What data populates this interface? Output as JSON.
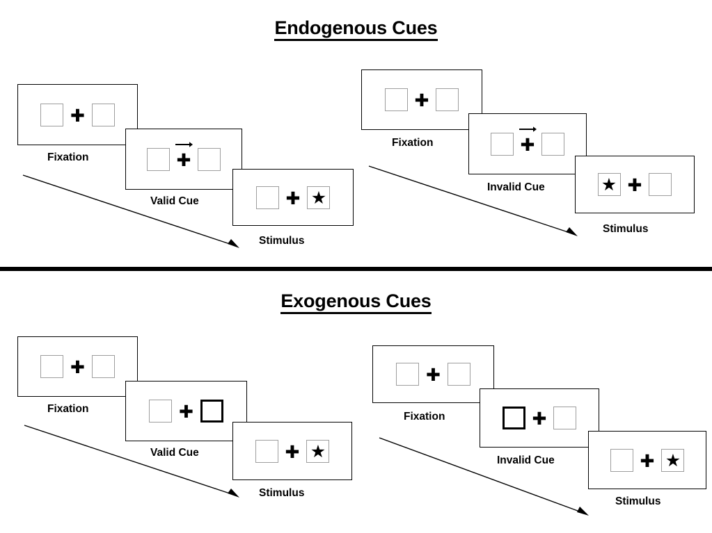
{
  "figure": {
    "title_top": "Endogenous Cues",
    "title_bottom": "Exogenous Cues",
    "glyphs": {
      "fixation_cross": "✚",
      "target_star": "★"
    },
    "colors": {
      "ink": "#000000",
      "box_outline": "#9d9d9d",
      "panel_outline": "#000000",
      "background": "#ffffff"
    }
  },
  "sections": [
    {
      "id": "endogenous",
      "title": "Endogenous Cues",
      "sequences": [
        {
          "id": "endogenous-valid",
          "frames": [
            {
              "caption": "Fixation",
              "left_box": "empty",
              "right_box": "empty",
              "cue": "none",
              "center": "fixation_cross"
            },
            {
              "caption": "Valid Cue",
              "left_box": "empty",
              "right_box": "empty",
              "cue": "arrow-right",
              "center": "fixation_cross"
            },
            {
              "caption": "Stimulus",
              "left_box": "empty",
              "right_box": "star",
              "cue": "none",
              "center": "fixation_cross"
            }
          ]
        },
        {
          "id": "endogenous-invalid",
          "frames": [
            {
              "caption": "Fixation",
              "left_box": "empty",
              "right_box": "empty",
              "cue": "none",
              "center": "fixation_cross"
            },
            {
              "caption": "Invalid Cue",
              "left_box": "empty",
              "right_box": "empty",
              "cue": "arrow-right",
              "center": "fixation_cross"
            },
            {
              "caption": "Stimulus",
              "left_box": "star",
              "right_box": "empty",
              "cue": "none",
              "center": "fixation_cross"
            }
          ]
        }
      ]
    },
    {
      "id": "exogenous",
      "title": "Exogenous Cues",
      "sequences": [
        {
          "id": "exogenous-valid",
          "frames": [
            {
              "caption": "Fixation",
              "left_box": "empty",
              "right_box": "empty",
              "cue": "none",
              "center": "fixation_cross"
            },
            {
              "caption": "Valid Cue",
              "left_box": "empty",
              "right_box": "cued",
              "cue": "peripheral-right",
              "center": "fixation_cross"
            },
            {
              "caption": "Stimulus",
              "left_box": "empty",
              "right_box": "star",
              "cue": "none",
              "center": "fixation_cross"
            }
          ]
        },
        {
          "id": "exogenous-invalid",
          "frames": [
            {
              "caption": "Fixation",
              "left_box": "empty",
              "right_box": "empty",
              "cue": "none",
              "center": "fixation_cross"
            },
            {
              "caption": "Invalid Cue",
              "left_box": "cued",
              "right_box": "empty",
              "cue": "peripheral-left",
              "center": "fixation_cross"
            },
            {
              "caption": "Stimulus",
              "left_box": "empty",
              "right_box": "star",
              "cue": "none",
              "center": "fixation_cross"
            }
          ]
        }
      ]
    }
  ]
}
